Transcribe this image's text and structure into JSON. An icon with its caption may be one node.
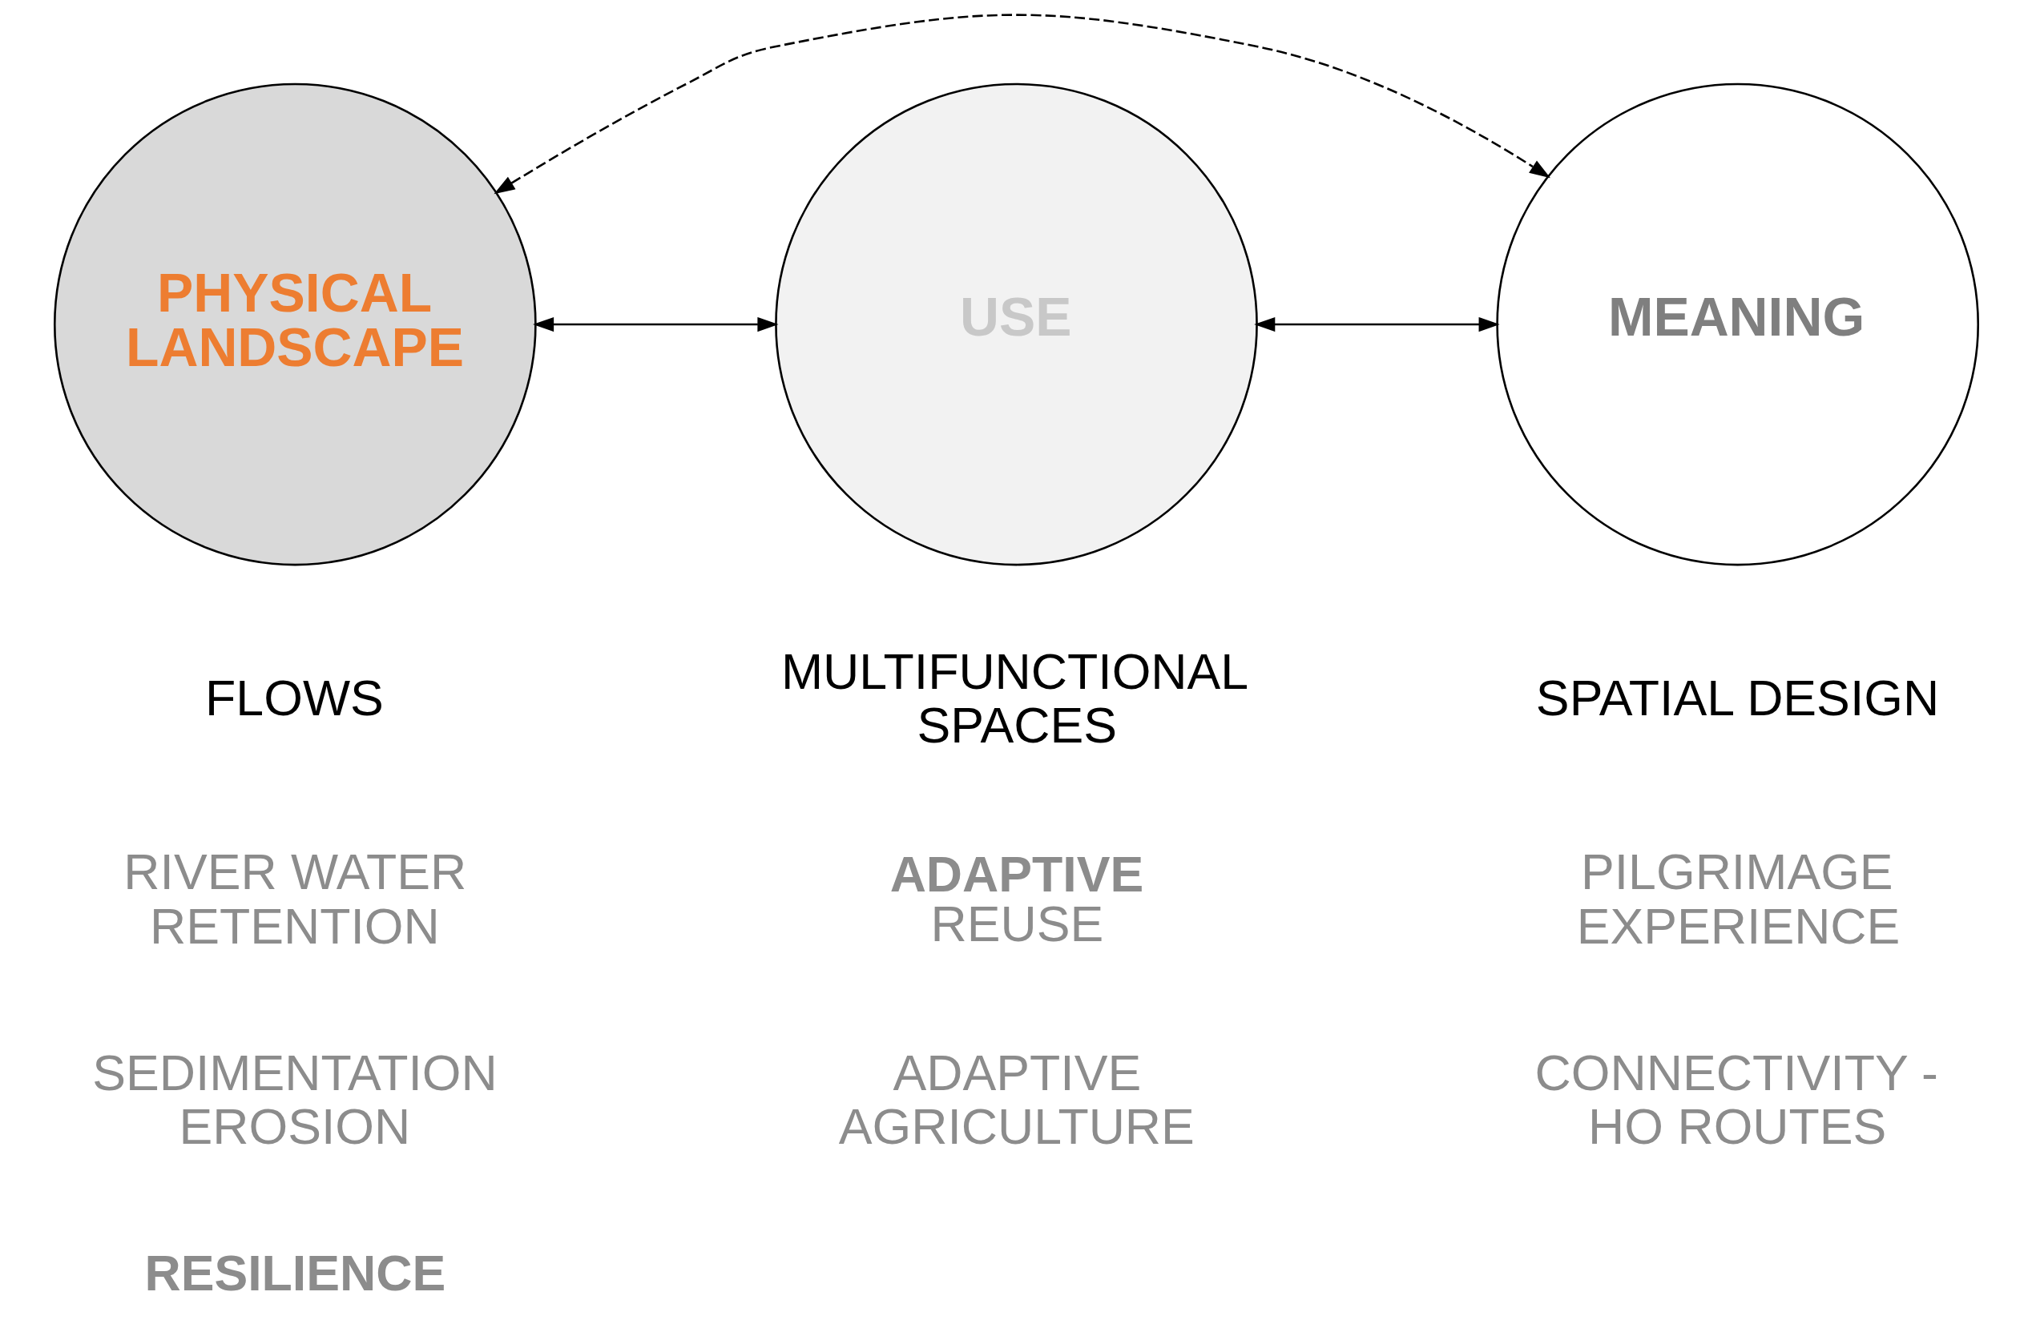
{
  "diagram": {
    "nodes": [
      {
        "text": [
          "PHYSICAL LANDSCAPE"
        ]
      },
      {
        "text": [
          "USE"
        ]
      },
      {
        "text": [
          "MEANING"
        ]
      }
    ],
    "edges": [
      {
        "from": 0,
        "to": 1,
        "arrow": "both"
      },
      {
        "from": 1,
        "to": 2,
        "arrow": "both"
      },
      {
        "from": 0,
        "to": 2,
        "arrow": "both",
        "style": "dashed"
      }
    ],
    "labels": [
      "FLOWS",
      "MULTIFUNCTIONAL SPACES",
      "SPATIAL DESIGN",
      "RIVER WATER RETENTION",
      "**ADAPTIVE** REUSE",
      "PILGRIMAGE EXPERIENCE",
      "SEDIMENTATION EROSION",
      "ADAPTIVE AGRICULTURE",
      "CONNECTIVITY - HO ROUTES",
      "RESILIENCE"
    ]
  }
}
